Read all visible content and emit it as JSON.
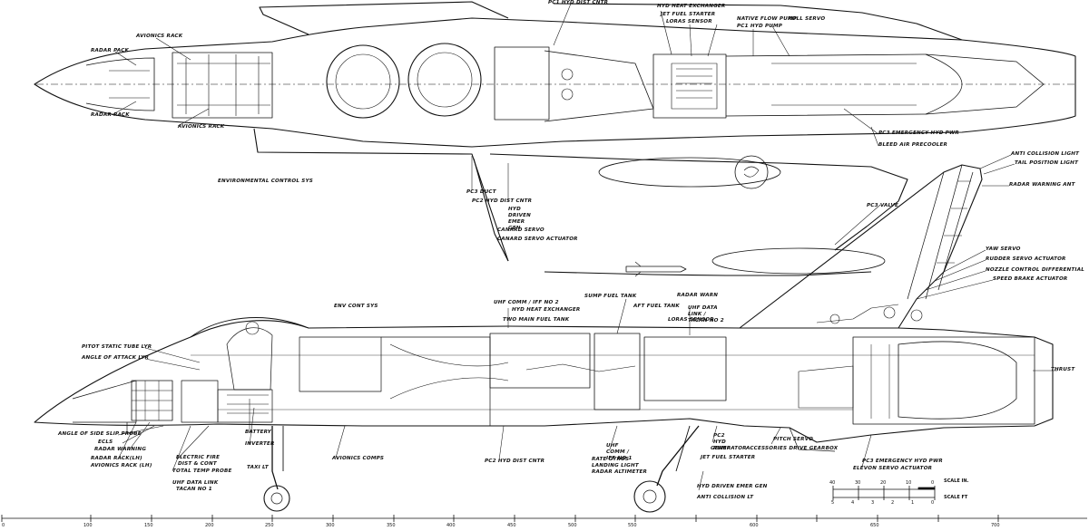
{
  "top_view_labels": [
    {
      "id": "avionics-rack-top",
      "text": "AVIONICS RACK"
    },
    {
      "id": "radar-pack",
      "text": "RADAR PACK"
    },
    {
      "id": "radar-rack",
      "text": "RADAR RACK"
    },
    {
      "id": "avionics-rack-lower",
      "text": "AVIONICS RACK"
    },
    {
      "id": "env-control-sys",
      "text": "ENVIRONMENTAL CONTROL SYS"
    },
    {
      "id": "pc1-hyd-dist-cntr",
      "text": "PC1 HYD DIST CNTR"
    },
    {
      "id": "hyd-heat-exchanger-top",
      "text": "HYD HEAT EXCHANGER"
    },
    {
      "id": "jet-fuel-starter-top",
      "text": "JET FUEL STARTER"
    },
    {
      "id": "loras-sensor-top",
      "text": "LORAS SENSOR"
    },
    {
      "id": "native-flow-pump",
      "text": "NATIVE FLOW PUMP"
    },
    {
      "id": "roll-servo",
      "text": "ROLL SERVO"
    },
    {
      "id": "pc1-hyd-pump",
      "text": "PC1 HYD PUMP"
    },
    {
      "id": "pc3-emergency-hyd-pwr-top",
      "text": "PC3 EMERGENCY HYD PWR"
    },
    {
      "id": "bleed-air-precooler",
      "text": "BLEED AIR PRECOOLER"
    },
    {
      "id": "pc3-duct",
      "text": "PC3 DUCT"
    },
    {
      "id": "pc2-hyd-dist-cntr-top",
      "text": "PC2 HYD DIST CNTR"
    },
    {
      "id": "hyd-driven-emer-gen-top",
      "text": "HYD DRIVEN EMER GEN"
    },
    {
      "id": "canard-servo",
      "text": "CANARD SERVO"
    },
    {
      "id": "canard-servo-actuator",
      "text": "CANARD SERVO ACTUATOR"
    },
    {
      "id": "pc3-valve",
      "text": "PC3 VALVE"
    }
  ],
  "tail_labels": [
    {
      "id": "anti-collision-light",
      "text": "ANTI COLLISION LIGHT"
    },
    {
      "id": "tail-position-light",
      "text": "TAIL POSITION LIGHT"
    },
    {
      "id": "radar-warning-ant",
      "text": "RADAR WARNING ANT"
    },
    {
      "id": "yaw-servo",
      "text": "YAW SERVO"
    },
    {
      "id": "rudder-servo-actuator",
      "text": "RUDDER SERVO ACTUATOR"
    },
    {
      "id": "nozzle-control-differential",
      "text": "NOZZLE CONTROL DIFFERENTIAL"
    },
    {
      "id": "speed-brake-actuator",
      "text": "SPEED BRAKE ACTUATOR"
    },
    {
      "id": "thrust",
      "text": "THRUST"
    }
  ],
  "side_view_labels": [
    {
      "id": "env-cont-sys",
      "text": "ENV CONT SYS"
    },
    {
      "id": "uhf-comm-iff",
      "text": "UHF COMM / IFF NO 2"
    },
    {
      "id": "hyd-heat-exchanger-side",
      "text": "HYD HEAT EXCHANGER"
    },
    {
      "id": "two-main-fuel-tank",
      "text": "TWO MAIN FUEL TANK"
    },
    {
      "id": "sump-fuel-tank",
      "text": "SUMP FUEL TANK"
    },
    {
      "id": "aft-fuel-tank",
      "text": "AFT FUEL TANK"
    },
    {
      "id": "radar-warn",
      "text": "RADAR WARN"
    },
    {
      "id": "uhf-data-link",
      "text": "UHF DATA LINK / TACAN NO 2"
    },
    {
      "id": "loras-sensor-side",
      "text": "LORAS SENSOR"
    },
    {
      "id": "pitot-static-tube",
      "text": "PITOT STATIC TUBE LYR"
    },
    {
      "id": "angle-of-attack",
      "text": "ANGLE OF ATTACK LYR"
    },
    {
      "id": "angle-of-side-slip",
      "text": "ANGLE OF SIDE SLIP PROBE"
    },
    {
      "id": "ecls",
      "text": "ECLS"
    },
    {
      "id": "radar-warning",
      "text": "RADAR WARNING"
    },
    {
      "id": "radar-rack-avionics",
      "text": "RADAR RACK(LH)"
    },
    {
      "id": "avionics-rack-lh",
      "text": "AVIONICS RACK (LH)"
    },
    {
      "id": "electric-fire",
      "text": "ELECTRIC FIRE"
    },
    {
      "id": "dist-cont",
      "text": "DIST & CONT"
    },
    {
      "id": "total-temp-probe",
      "text": "TOTAL TEMP PROBE"
    },
    {
      "id": "uhf-data-link-tacan",
      "text": "UHF DATA LINK"
    },
    {
      "id": "tacan-no1",
      "text": "TACAN NO 1"
    },
    {
      "id": "battery",
      "text": "BATTERY"
    },
    {
      "id": "inverter",
      "text": "INVERTER"
    },
    {
      "id": "taxi-lt",
      "text": "TAXI LT"
    },
    {
      "id": "avionics-comps",
      "text": "AVIONICS COMPS"
    },
    {
      "id": "pc2-hyd-dist-cntr-side",
      "text": "PC2 HYD DIST CNTR"
    },
    {
      "id": "uhf-comm-iff-1",
      "text": "UHF COMM / IFF NO 1"
    },
    {
      "id": "rate-gyros",
      "text": "RATE GYROS"
    },
    {
      "id": "landing-light",
      "text": "LANDING LIGHT"
    },
    {
      "id": "radar-altimeter",
      "text": "RADAR ALTIMETER"
    },
    {
      "id": "pc2-hyd-pump",
      "text": "PC2 HYD PUMP"
    },
    {
      "id": "generator",
      "text": "GENERATOR"
    },
    {
      "id": "jet-fuel-starter-side",
      "text": "JET FUEL STARTER"
    },
    {
      "id": "pitch-servo",
      "text": "PITCH SERVO"
    },
    {
      "id": "accessories-drive-gearbox",
      "text": "ACCESSORIES DRIVE GEARBOX"
    },
    {
      "id": "pc3-emergency-hyd-pwr-side",
      "text": "PC3 EMERGENCY HYD PWR"
    },
    {
      "id": "elevon-servo-actuator",
      "text": "ELEVON SERVO ACTUATOR"
    },
    {
      "id": "hyd-driven-emer-gen-side",
      "text": "HYD DRIVEN EMER GEN"
    },
    {
      "id": "anti-collision-lt",
      "text": "ANTI COLLISION LT"
    }
  ],
  "scale": {
    "inches_label": "SCALE IN.",
    "feet_label": "SCALE FT",
    "inch_ticks": [
      "40",
      "30",
      "20",
      "10",
      "0"
    ],
    "feet_ticks": [
      "5",
      "4",
      "3",
      "2",
      "1",
      "0"
    ]
  },
  "ruler_ticks": [
    "0",
    "100",
    "150",
    "200",
    "250",
    "300",
    "350",
    "400",
    "450",
    "500",
    "550",
    "600",
    "650",
    "700"
  ],
  "colors": {
    "ink": "#111111",
    "paper": "#ffffff"
  }
}
